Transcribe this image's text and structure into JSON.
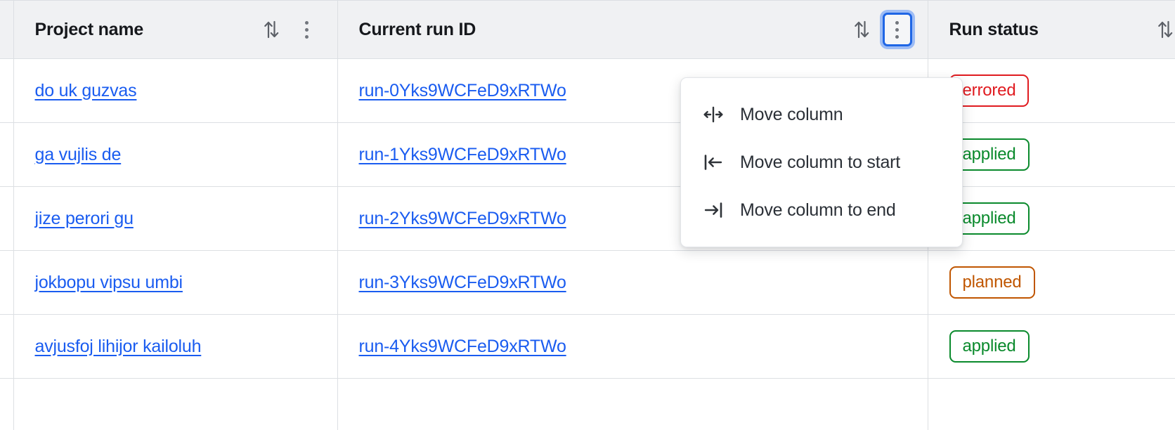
{
  "table": {
    "columns": [
      {
        "id": "project",
        "label": "Project name",
        "sort_icon": "sort-updown-icon",
        "menu_icon": "kebab-menu-icon",
        "menu_focused": false
      },
      {
        "id": "runid",
        "label": "Current run ID",
        "sort_icon": "sort-updown-icon",
        "menu_icon": "kebab-menu-icon",
        "menu_focused": true
      },
      {
        "id": "status",
        "label": "Run status",
        "sort_icon": "sort-updown-icon",
        "menu_icon": null,
        "menu_focused": false
      }
    ],
    "rows": [
      {
        "project": "do uk guzvas",
        "run_id": "run-0Yks9WCFeD9xRTWo",
        "status": "errored",
        "status_kind": "errored"
      },
      {
        "project": "ga vujlis de",
        "run_id": "run-1Yks9WCFeD9xRTWo",
        "status": "applied",
        "status_kind": "applied"
      },
      {
        "project": "jize perori gu",
        "run_id": "run-2Yks9WCFeD9xRTWo",
        "status": "applied",
        "status_kind": "applied"
      },
      {
        "project": "jokbopu vipsu umbi",
        "run_id": "run-3Yks9WCFeD9xRTWo",
        "status": "planned",
        "status_kind": "planned"
      },
      {
        "project": "avjusfoj lihijor kailoluh",
        "run_id": "run-4Yks9WCFeD9xRTWo",
        "status": "applied",
        "status_kind": "applied"
      }
    ]
  },
  "column_menu": {
    "open_for_column": "Current run ID",
    "items": [
      {
        "label": "Move column",
        "icon": "move-column-icon"
      },
      {
        "label": "Move column to start",
        "icon": "move-to-start-icon"
      },
      {
        "label": "Move column to end",
        "icon": "move-to-end-icon"
      }
    ]
  },
  "colors": {
    "link": "#1a5cf0",
    "header_bg": "#f0f1f3",
    "border": "#dcdfe3",
    "focus_ring": "#1f66e5",
    "status_errored": "#e01b20",
    "status_applied": "#0a8a2c",
    "status_planned": "#c05600"
  }
}
